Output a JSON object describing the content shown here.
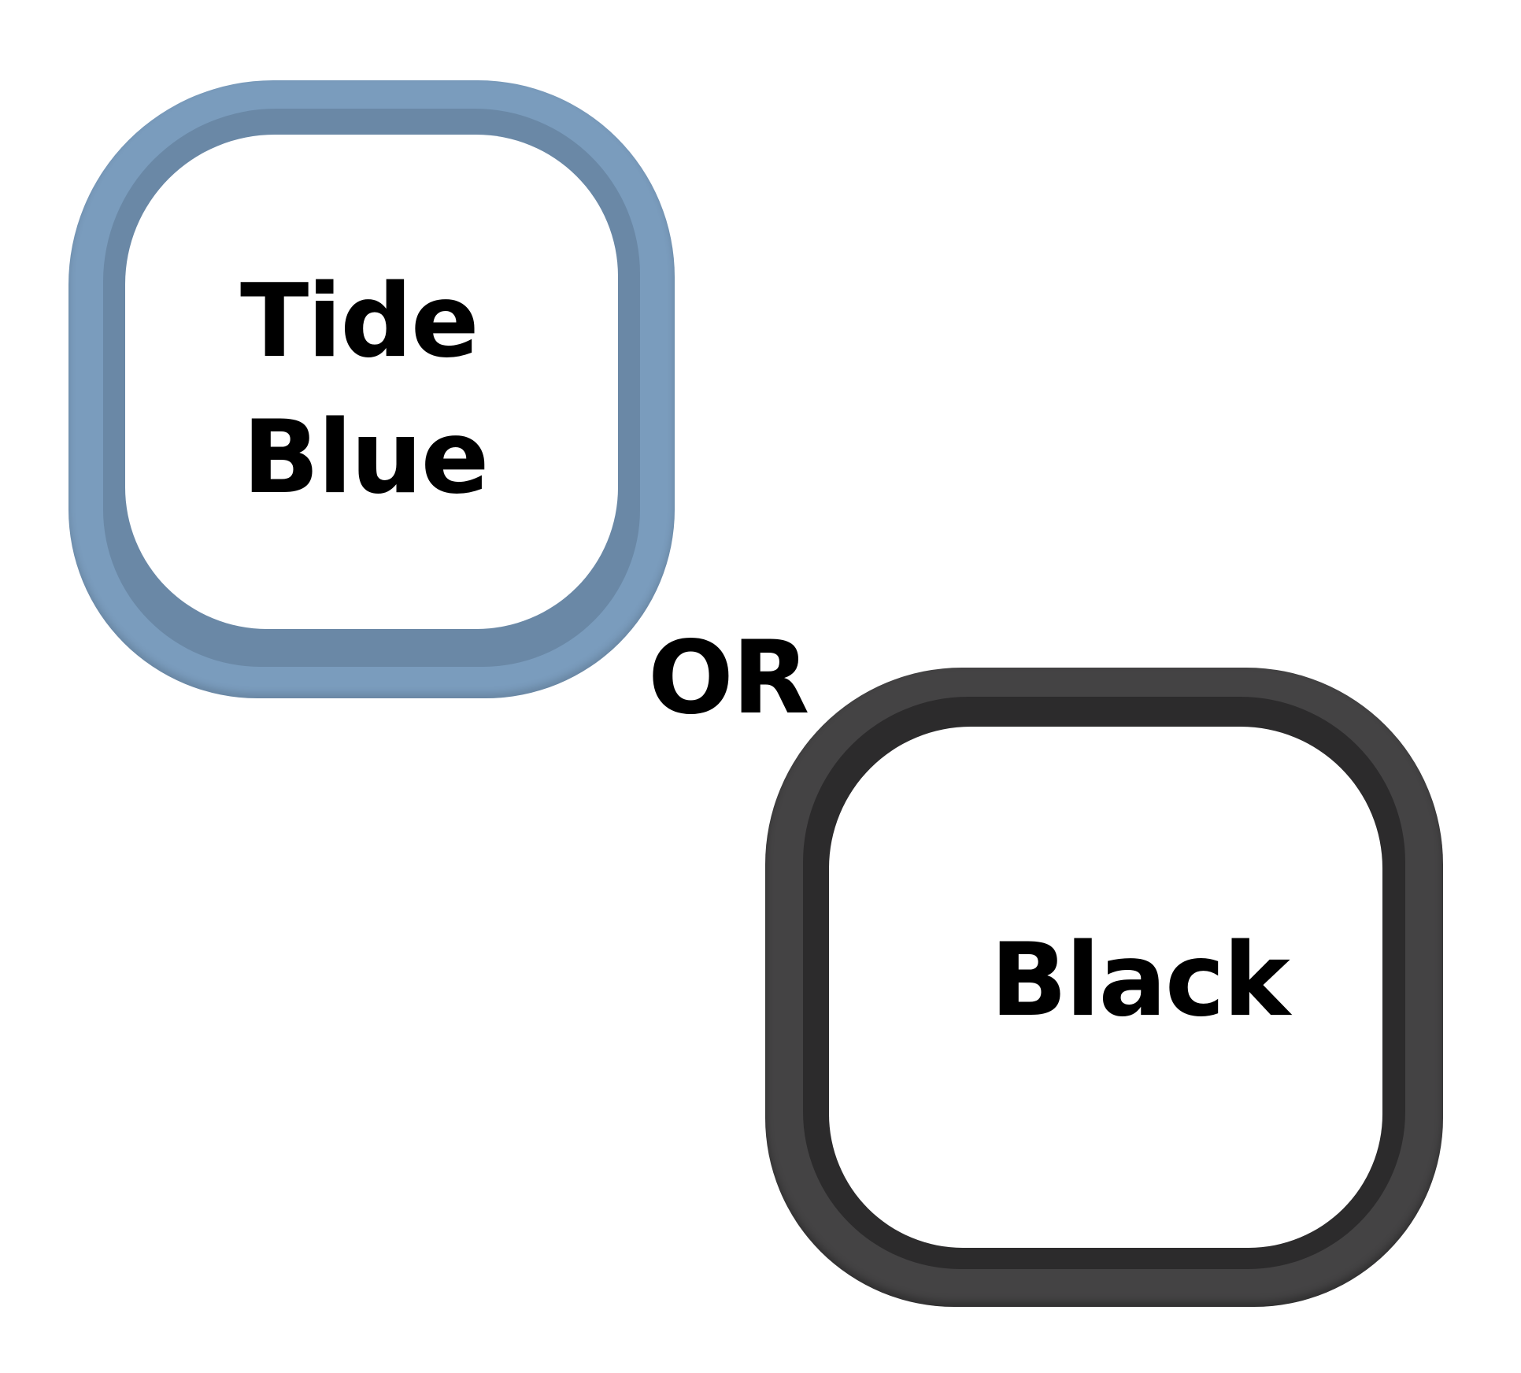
{
  "options": [
    {
      "line1": "Tide",
      "line2": "Blue",
      "color": "#7a9cbd"
    },
    {
      "line1": "Black",
      "color": "#444344"
    }
  ],
  "separator": "OR"
}
